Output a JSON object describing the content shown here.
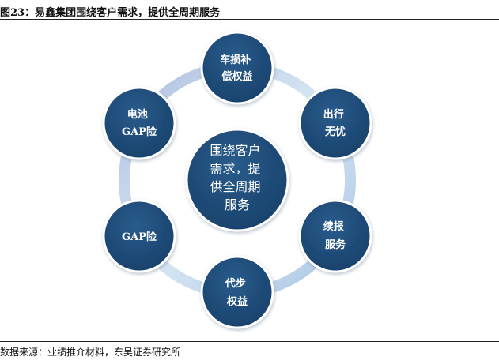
{
  "figure": {
    "title": "图23：易鑫集团围绕客户需求，提供全周期服务",
    "source": "数据来源：业绩推介材料，东吴证券研究所"
  },
  "center": {
    "lines": [
      "围绕客户",
      "需求，提",
      "供全周期",
      "服务"
    ]
  },
  "nodes": [
    {
      "id": "car-damage",
      "lines": [
        "车损补",
        "偿权益"
      ]
    },
    {
      "id": "travel",
      "lines": [
        "出行",
        "无忧"
      ]
    },
    {
      "id": "renewal",
      "lines": [
        "续报",
        "服务"
      ]
    },
    {
      "id": "scooter",
      "lines": [
        "代步",
        "权益"
      ]
    },
    {
      "id": "gap",
      "lines": [
        "GAP险"
      ]
    },
    {
      "id": "battery-gap",
      "lines": [
        "电池",
        "GAP险"
      ]
    }
  ],
  "colors": {
    "node_fill": "#1f4e79",
    "ring_light": "#d6e4f2",
    "ring_mid": "#b9cfe6",
    "ring_dark": "#9bb8d9"
  }
}
